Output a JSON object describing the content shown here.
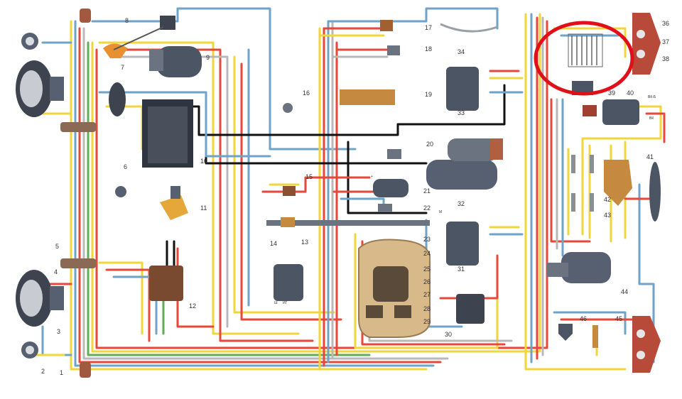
{
  "colors": {
    "yellow": "#f0d63a",
    "red": "#e8473a",
    "blue": "#6fa3c8",
    "grey": "#b8b8b8",
    "black": "#111111",
    "green": "#5fae55",
    "brown": "#9a5a2a",
    "orange": "#ef8a2c",
    "highlight": "#e01018",
    "component": "#4b5563",
    "panel": "#d8b98a"
  },
  "labels": [
    {
      "id": "1",
      "text": "1"
    },
    {
      "id": "2",
      "text": "2"
    },
    {
      "id": "3",
      "text": "3"
    },
    {
      "id": "4",
      "text": "4"
    },
    {
      "id": "5",
      "text": "5"
    },
    {
      "id": "6",
      "text": "6"
    },
    {
      "id": "7",
      "text": "7"
    },
    {
      "id": "8",
      "text": "8"
    },
    {
      "id": "9",
      "text": "9"
    },
    {
      "id": "10",
      "text": "10"
    },
    {
      "id": "11",
      "text": "11"
    },
    {
      "id": "12",
      "text": "12"
    },
    {
      "id": "13",
      "text": "13"
    },
    {
      "id": "14",
      "text": "14"
    },
    {
      "id": "15",
      "text": "15"
    },
    {
      "id": "16",
      "text": "16"
    },
    {
      "id": "17",
      "text": "17"
    },
    {
      "id": "18",
      "text": "18"
    },
    {
      "id": "19",
      "text": "19"
    },
    {
      "id": "20",
      "text": "20"
    },
    {
      "id": "21",
      "text": "21"
    },
    {
      "id": "22",
      "text": "22"
    },
    {
      "id": "23",
      "text": "23"
    },
    {
      "id": "24",
      "text": "24"
    },
    {
      "id": "25",
      "text": "25"
    },
    {
      "id": "26",
      "text": "26"
    },
    {
      "id": "27",
      "text": "27"
    },
    {
      "id": "28",
      "text": "28"
    },
    {
      "id": "29",
      "text": "29"
    },
    {
      "id": "30",
      "text": "30"
    },
    {
      "id": "31",
      "text": "31"
    },
    {
      "id": "32",
      "text": "32"
    },
    {
      "id": "33",
      "text": "33"
    },
    {
      "id": "34",
      "text": "34"
    },
    {
      "id": "36",
      "text": "36"
    },
    {
      "id": "37",
      "text": "37"
    },
    {
      "id": "38",
      "text": "38"
    },
    {
      "id": "39",
      "text": "39"
    },
    {
      "id": "40",
      "text": "40"
    },
    {
      "id": "41",
      "text": "41"
    },
    {
      "id": "42",
      "text": "42"
    },
    {
      "id": "43",
      "text": "43"
    },
    {
      "id": "44",
      "text": "44"
    },
    {
      "id": "45",
      "text": "45"
    },
    {
      "id": "46",
      "text": "46"
    }
  ],
  "terminals": {
    "coil_vk_b": "ВК-Б",
    "coil_vk": "ВК",
    "relay_ig": "ИГ",
    "relay_m": "М",
    "relay_sh": "Ш",
    "plus": "+"
  }
}
